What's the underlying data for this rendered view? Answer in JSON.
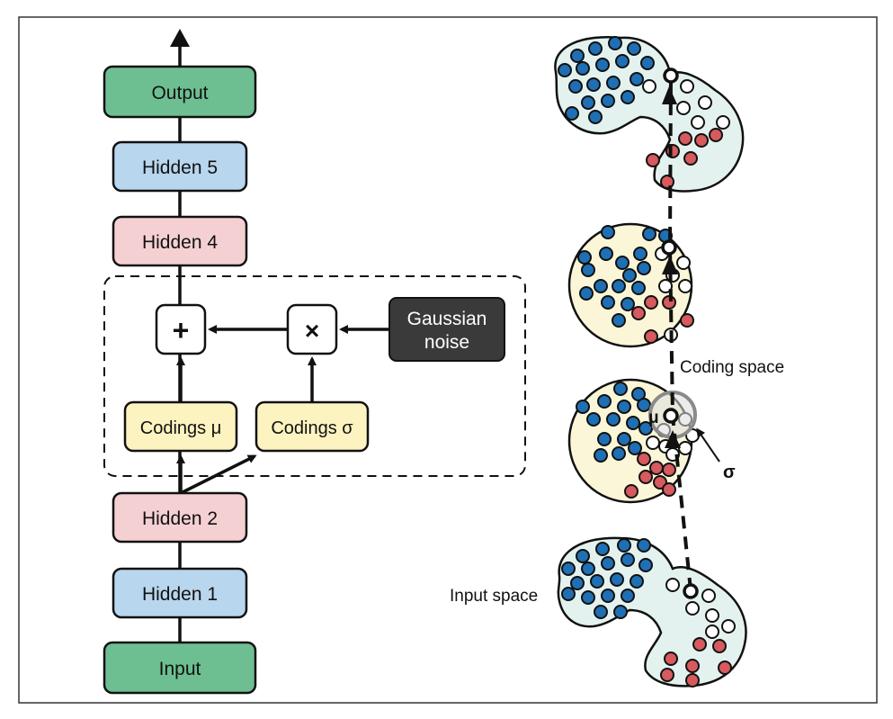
{
  "encoder_decoder": {
    "output": "Output",
    "hidden5": "Hidden 5",
    "hidden4": "Hidden 4",
    "plus": "+",
    "times": "×",
    "noise_line1": "Gaussian",
    "noise_line2": "noise",
    "codings_mu": "Codings μ",
    "codings_sigma": "Codings σ",
    "hidden2": "Hidden 2",
    "hidden1": "Hidden 1",
    "input": "Input"
  },
  "space_labels": {
    "coding_space": "Coding space",
    "input_space": "Input space",
    "mu": "μ",
    "sigma": "σ"
  },
  "colors": {
    "output_input_box": "#6dbf91",
    "hidden_blue": "#b8d6ee",
    "hidden_pink": "#f5d0d2",
    "codings_box": "#fdf3c0",
    "noise_box": "#3a3a3a",
    "dot_blue": "#1f6fb4",
    "dot_red": "#d65a5e",
    "blob_fill": "#e3f2ee",
    "circle_fill": "#fbf6d8"
  }
}
